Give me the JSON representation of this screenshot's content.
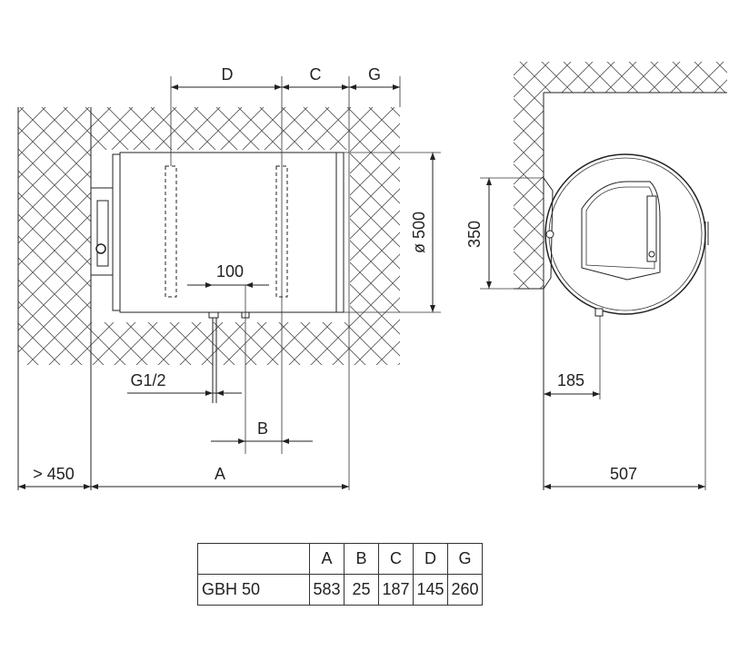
{
  "dimensions": {
    "D": "D",
    "C": "C",
    "G": "G",
    "diameter": "ø 500",
    "bracket_spacing": "100",
    "inlet_thread": "G1/2",
    "B": "B",
    "side_clearance": "> 450",
    "A": "A",
    "bracket_height": "350",
    "depth_offset": "185",
    "total_depth": "507"
  },
  "table": {
    "columns": [
      "A",
      "B",
      "C",
      "D",
      "G"
    ],
    "rows": [
      {
        "model": "GBH 50",
        "values": [
          "583",
          "25",
          "187",
          "145",
          "260"
        ]
      }
    ]
  }
}
